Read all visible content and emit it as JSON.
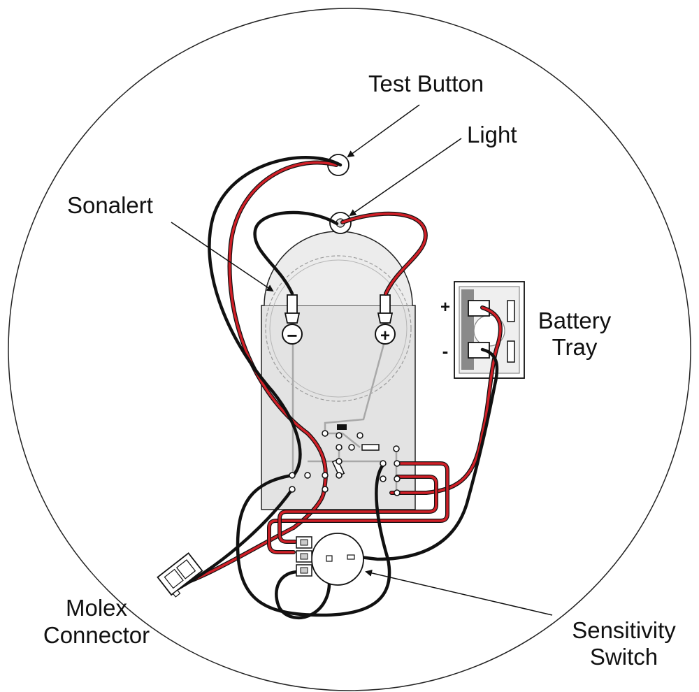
{
  "labels": {
    "test_button": "Test Button",
    "light": "Light",
    "sonalert": "Sonalert",
    "battery_tray_line1": "Battery",
    "battery_tray_line2": "Tray",
    "molex_line1": "Molex",
    "molex_line2": "Connector",
    "sensitivity_line1": "Sensitivity",
    "sensitivity_line2": "Switch"
  },
  "terminals": {
    "minus": "−",
    "plus": "+",
    "tray_plus": "+",
    "tray_minus": "-"
  },
  "colors": {
    "red_wire": "#d01f27",
    "black_wire": "#111111",
    "board_fill": "#e3e3e3",
    "trace_gray": "#a8a8a8",
    "tray_gray": "#8a8a8a",
    "outline": "#111111"
  }
}
